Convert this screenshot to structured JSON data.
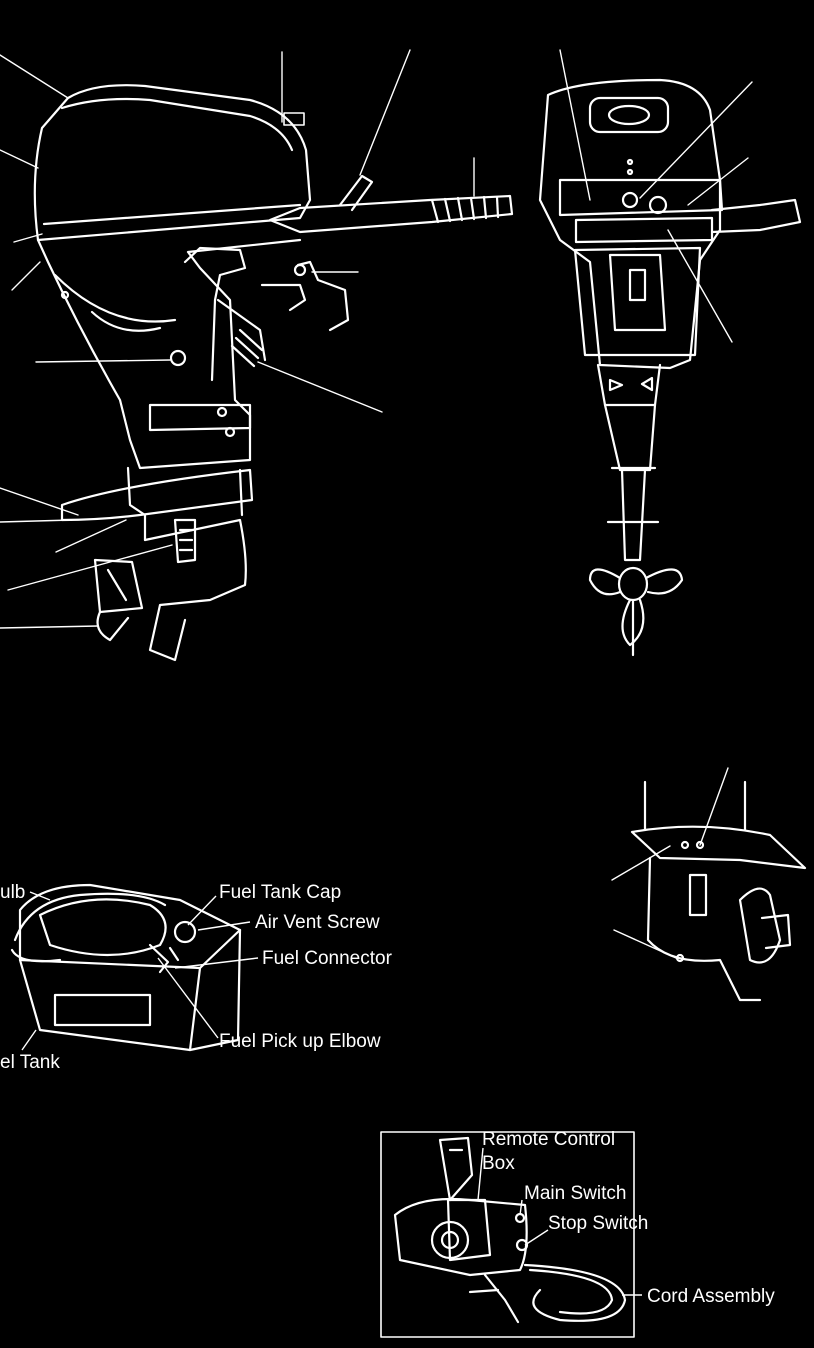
{
  "fuel_tank_labels": {
    "primer_bulb": "ulb",
    "fuel_tank_cap": "Fuel Tank Cap",
    "air_vent_screw": "Air Vent Screw",
    "fuel_connector": "Fuel Connector",
    "fuel_pickup_elbow": "Fuel Pick up Elbow",
    "fuel_tank": "el Tank"
  },
  "remote_control_labels": {
    "remote_control_box_line1": "Remote Control",
    "remote_control_box_line2": "Box",
    "main_switch": "Main Switch",
    "stop_switch": "Stop Switch",
    "cord_assembly": "Cord Assembly"
  }
}
